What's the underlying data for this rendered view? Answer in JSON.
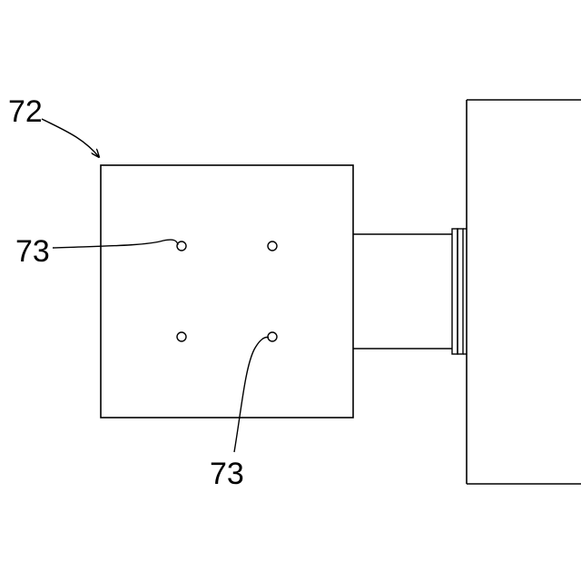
{
  "figure": {
    "labels": {
      "assembly": "72",
      "hole_upper": "73",
      "hole_lower": "73"
    },
    "colors": {
      "stroke": "#000000",
      "background": "#ffffff"
    }
  }
}
